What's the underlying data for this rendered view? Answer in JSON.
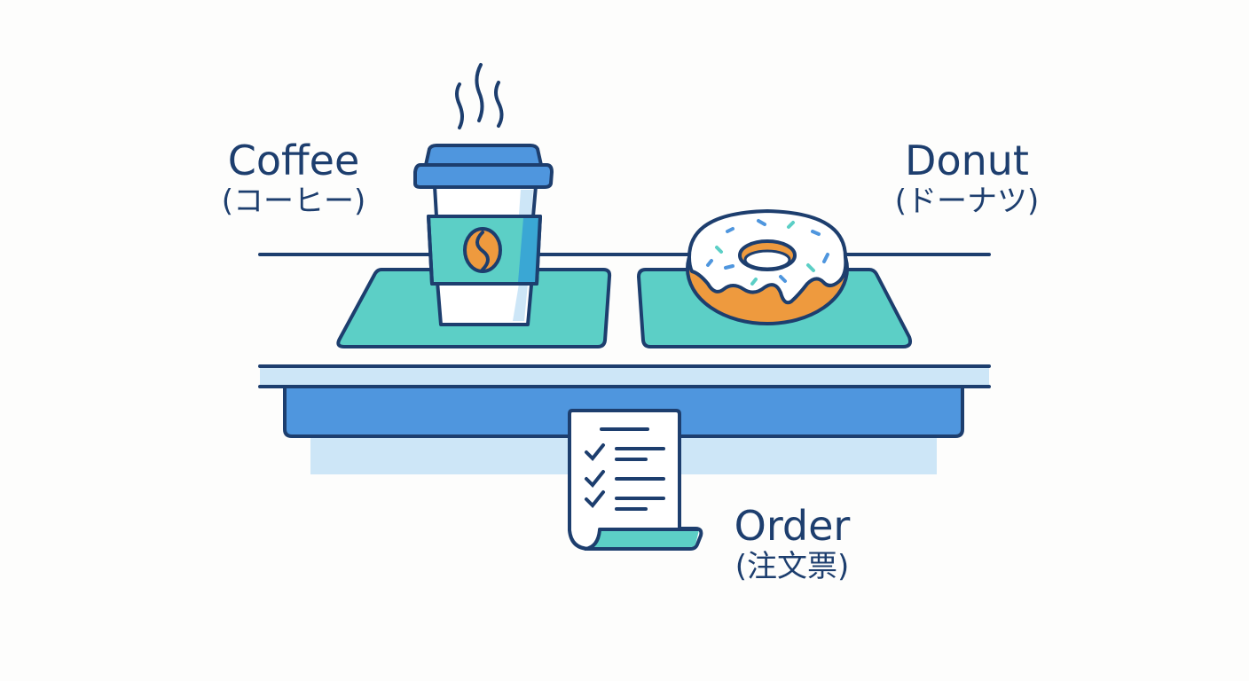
{
  "labels": {
    "coffee": {
      "en": "Coffee",
      "ja": "(コーヒー)"
    },
    "donut": {
      "en": "Donut",
      "ja": "(ドーナツ)"
    },
    "order": {
      "en": "Order",
      "ja": "(注文票)"
    }
  },
  "colors": {
    "outline": "#1d3e6e",
    "teal": "#5ccfc6",
    "blue": "#4f96de",
    "light_blue": "#cde6f7",
    "orange": "#ee9a3e",
    "white": "#ffffff",
    "background": "#fdfdfc"
  },
  "icons": [
    "coffee-cup-icon",
    "steam-icon",
    "coffee-bean-icon",
    "donut-icon",
    "order-receipt-icon",
    "checkmark-icon",
    "tray-icon"
  ]
}
